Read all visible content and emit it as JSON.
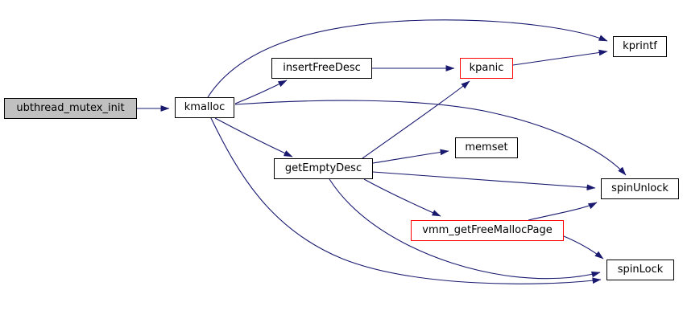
{
  "diagram": {
    "type": "call-graph",
    "nodes": [
      {
        "id": "ubthread_mutex_init",
        "label": "ubthread_mutex_init",
        "style": "current"
      },
      {
        "id": "kmalloc",
        "label": "kmalloc",
        "style": "normal"
      },
      {
        "id": "insertFreeDesc",
        "label": "insertFreeDesc",
        "style": "normal"
      },
      {
        "id": "kpanic",
        "label": "kpanic",
        "style": "highlighted"
      },
      {
        "id": "kprintf",
        "label": "kprintf",
        "style": "normal"
      },
      {
        "id": "getEmptyDesc",
        "label": "getEmptyDesc",
        "style": "normal"
      },
      {
        "id": "memset",
        "label": "memset",
        "style": "normal"
      },
      {
        "id": "spinUnlock",
        "label": "spinUnlock",
        "style": "normal"
      },
      {
        "id": "vmm_getFreeMallocPage",
        "label": "vmm_getFreeMallocPage",
        "style": "highlighted"
      },
      {
        "id": "spinLock",
        "label": "spinLock",
        "style": "normal"
      }
    ],
    "edges": [
      {
        "from": "ubthread_mutex_init",
        "to": "kmalloc"
      },
      {
        "from": "kmalloc",
        "to": "kprintf"
      },
      {
        "from": "kmalloc",
        "to": "insertFreeDesc"
      },
      {
        "from": "kmalloc",
        "to": "getEmptyDesc"
      },
      {
        "from": "kmalloc",
        "to": "spinUnlock"
      },
      {
        "from": "kmalloc",
        "to": "spinLock"
      },
      {
        "from": "insertFreeDesc",
        "to": "kpanic"
      },
      {
        "from": "kpanic",
        "to": "kprintf"
      },
      {
        "from": "getEmptyDesc",
        "to": "kpanic"
      },
      {
        "from": "getEmptyDesc",
        "to": "memset"
      },
      {
        "from": "getEmptyDesc",
        "to": "spinUnlock"
      },
      {
        "from": "getEmptyDesc",
        "to": "vmm_getFreeMallocPage"
      },
      {
        "from": "getEmptyDesc",
        "to": "spinLock"
      },
      {
        "from": "vmm_getFreeMallocPage",
        "to": "spinUnlock"
      },
      {
        "from": "vmm_getFreeMallocPage",
        "to": "spinLock"
      }
    ],
    "colors": {
      "edge": "#191970",
      "node_fill": "#ffffff",
      "node_border": "#000000",
      "current_node_fill": "#c0c0c0",
      "highlight_border": "#ff0000",
      "text": "#000000",
      "background": "#ffffff"
    }
  }
}
